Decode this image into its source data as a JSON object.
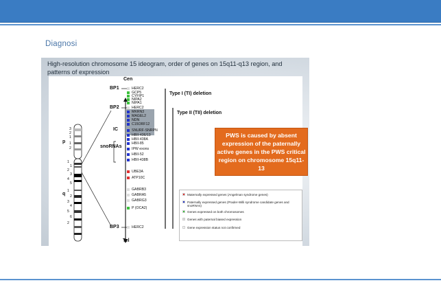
{
  "slide": {
    "title": "Diagnosi"
  },
  "figure": {
    "heading": "High-resolution chromosome 15 ideogram, order of genes on 15q11-q13 region, and patterns of expression",
    "cen_label": "Cen",
    "tel_label": "Tel",
    "breakpoints": [
      "BP1",
      "BP2",
      "IC",
      "BP3"
    ],
    "snornas_label": "snoRNAs",
    "arm_p": "p",
    "arm_q": "q",
    "band_numbers_p": [
      "3",
      "2",
      "1",
      "1",
      "2"
    ],
    "band_numbers_q": [
      "1",
      "1",
      "2",
      "3",
      "4",
      "5",
      "1",
      "2",
      "3",
      "4",
      "5",
      "6",
      "2"
    ],
    "deletion_type1": "Type I (TI) deletion",
    "deletion_type2": "Type II (TII) deletion",
    "genes": [
      {
        "name": "HERC2",
        "color": "#dddddd"
      },
      {
        "name": "GCP5",
        "color": "#3cc13c"
      },
      {
        "name": "CYFIP1",
        "color": "#3cc13c"
      },
      {
        "name": "NIPA2",
        "color": "#3cc13c"
      },
      {
        "name": "NIPA1",
        "color": "#3cc13c"
      },
      {
        "name": "HERC2",
        "color": "#dddddd"
      },
      {
        "name": "MKRN3",
        "color": "#2233cc"
      },
      {
        "name": "MAGEL2",
        "color": "#2233cc"
      },
      {
        "name": "NDN",
        "color": "#2233cc"
      },
      {
        "name": "C15ORF12",
        "color": "#2233cc"
      },
      {
        "name": "SNURF-SNRPN",
        "color": "#2233cc"
      },
      {
        "name": "HBII-436/13",
        "color": "#2233cc"
      },
      {
        "name": "HBII-438A",
        "color": "#2233cc"
      },
      {
        "name": "HBII-85",
        "color": "#2233cc"
      },
      {
        "name": "IPW exons",
        "color": "#2233cc"
      },
      {
        "name": "HBII-52",
        "color": "#2233cc"
      },
      {
        "name": "HBII-438B",
        "color": "#2233cc"
      },
      {
        "name": "UBE3A",
        "color": "#e03030"
      },
      {
        "name": "ATP10C",
        "color": "#e03030"
      },
      {
        "name": "GABRB3",
        "color": "#dddddd"
      },
      {
        "name": "GABRA5",
        "color": "#dddddd"
      },
      {
        "name": "GABRG3",
        "color": "#dddddd"
      },
      {
        "name": "P (OCA2)",
        "color": "#3cc13c"
      },
      {
        "name": "HERC2",
        "color": "#dddddd"
      }
    ],
    "callout": "PWS is caused by absent expression of the paternally active genes in the PWS critical region on chromosome 15q11-13",
    "legend": [
      {
        "text": "Maternally expressed genes (Angelman syndrome genes)",
        "color": "#e03030"
      },
      {
        "text": "Paternally expressed genes (Prader-Willi syndrome candidate genes and snoRNAs)",
        "color": "#2233cc"
      },
      {
        "text": "Genes expressed on both chromosomes",
        "color": "#3cc13c"
      },
      {
        "text": "Genes with paternal biased expression",
        "color": "#dddddd"
      },
      {
        "text": "Gene expression status not confirmed",
        "color": "#f4f4f4"
      }
    ]
  }
}
